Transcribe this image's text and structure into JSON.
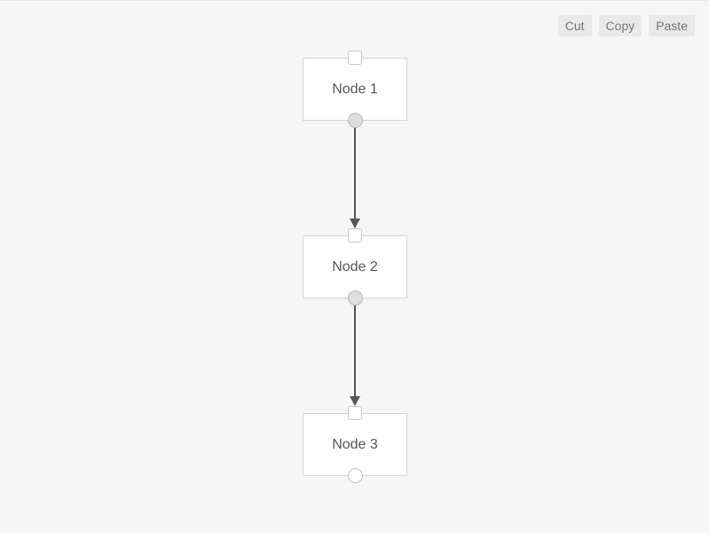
{
  "toolbar": {
    "cut_label": "Cut",
    "copy_label": "Copy",
    "paste_label": "Paste"
  },
  "nodes": [
    {
      "label": "Node 1"
    },
    {
      "label": "Node 2"
    },
    {
      "label": "Node 3"
    }
  ],
  "edges": [
    {
      "from": "Node 1",
      "to": "Node 2"
    },
    {
      "from": "Node 2",
      "to": "Node 3"
    }
  ],
  "colors": {
    "canvas": "#f6f6f6",
    "node_fill": "#ffffff",
    "node_border": "#d4d4d4",
    "edge": "#555555",
    "port_connected": "#dedede",
    "button_bg": "#e9e9e9",
    "button_text": "#777777"
  }
}
